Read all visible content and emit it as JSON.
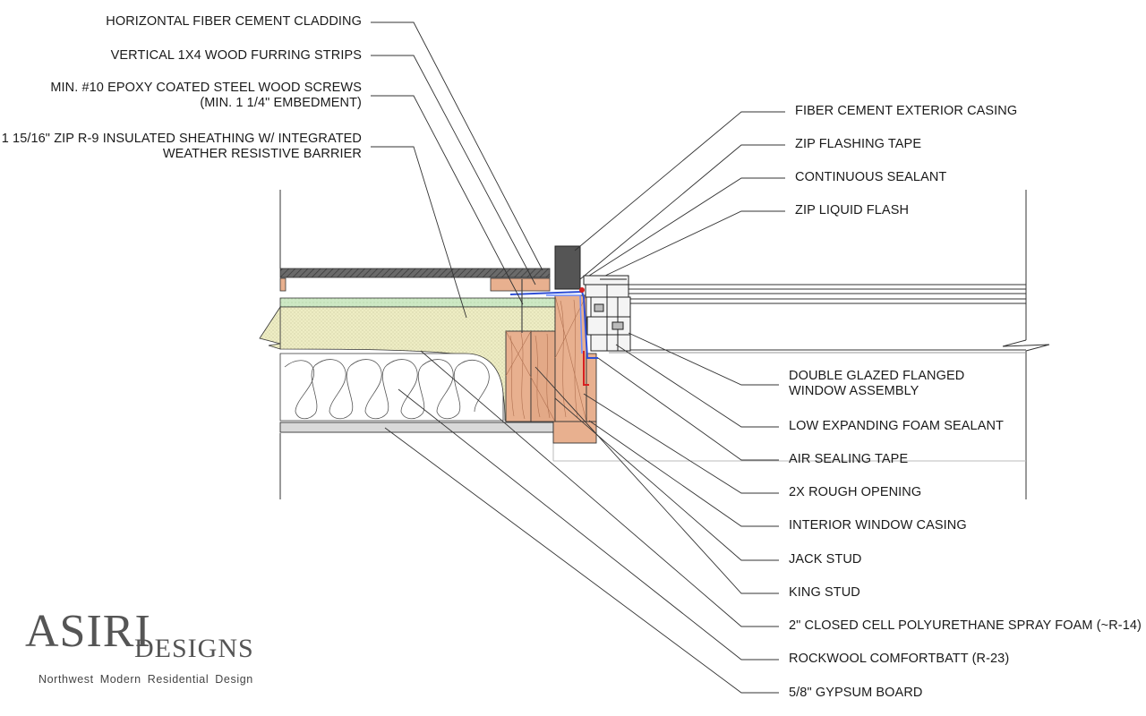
{
  "labels_left": [
    {
      "id": "cladding",
      "lines": [
        "HORIZONTAL FIBER CEMENT CLADDING"
      ]
    },
    {
      "id": "furring",
      "lines": [
        "VERTICAL 1X4 WOOD FURRING STRIPS"
      ]
    },
    {
      "id": "screws",
      "lines": [
        "MIN. #10 EPOXY COATED STEEL WOOD SCREWS",
        "(MIN. 1 1/4\" EMBEDMENT)"
      ]
    },
    {
      "id": "sheathing",
      "lines": [
        "1 15/16\" ZIP R-9 INSULATED SHEATHING W/ INTEGRATED",
        "WEATHER RESISTIVE BARRIER"
      ]
    }
  ],
  "labels_right": [
    {
      "id": "ext-casing",
      "lines": [
        "FIBER CEMENT EXTERIOR CASING"
      ]
    },
    {
      "id": "flash-tape",
      "lines": [
        "ZIP FLASHING TAPE"
      ]
    },
    {
      "id": "sealant",
      "lines": [
        "CONTINUOUS SEALANT"
      ]
    },
    {
      "id": "liquid-flash",
      "lines": [
        "ZIP LIQUID FLASH"
      ]
    },
    {
      "id": "window",
      "lines": [
        "DOUBLE GLAZED FLANGED",
        "WINDOW ASSEMBLY"
      ]
    },
    {
      "id": "foam-sealant",
      "lines": [
        "LOW EXPANDING FOAM SEALANT"
      ]
    },
    {
      "id": "air-tape",
      "lines": [
        "AIR SEALING TAPE"
      ]
    },
    {
      "id": "rough-opening",
      "lines": [
        "2X ROUGH OPENING"
      ]
    },
    {
      "id": "int-casing",
      "lines": [
        "INTERIOR WINDOW CASING"
      ]
    },
    {
      "id": "jack-stud",
      "lines": [
        "JACK STUD"
      ]
    },
    {
      "id": "king-stud",
      "lines": [
        "KING STUD"
      ]
    },
    {
      "id": "spray-foam",
      "lines": [
        "2\" CLOSED CELL POLYURETHANE SPRAY FOAM (~R-14)"
      ]
    },
    {
      "id": "rockwool",
      "lines": [
        "ROCKWOOL COMFORTBATT (R-23)"
      ]
    },
    {
      "id": "gypsum",
      "lines": [
        "5/8\" GYPSUM BOARD"
      ]
    }
  ],
  "logo": {
    "main": "ASIRI",
    "sub": "DESIGNS",
    "tagline": "Northwest  Modern  Residential  Design"
  },
  "colors": {
    "line": "#333333",
    "cladding": "#555555",
    "wood": "#e8b08f",
    "wood_dark": "#cf8f6b",
    "zip_green": "#cde8c4",
    "spray_foam": "#eeedc4",
    "gypsum": "#d9d9d9",
    "flash_blue": "#2f4fd6",
    "sealant_red": "#d62020",
    "logo_gray": "#555555"
  }
}
